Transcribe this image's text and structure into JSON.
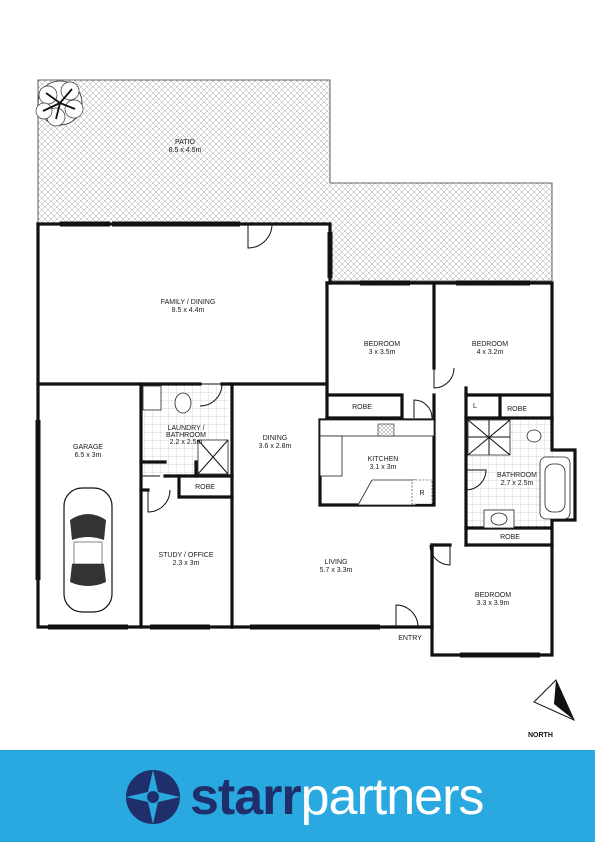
{
  "rooms": {
    "patio": {
      "name": "PATIO",
      "size": "8.5 x 4.5m"
    },
    "family": {
      "name": "FAMILY / DINING",
      "size": "8.5 x 4.4m"
    },
    "bedroom1": {
      "name": "BEDROOM",
      "size": "3 x 3.5m"
    },
    "bedroom2": {
      "name": "BEDROOM",
      "size": "4 x 3.2m"
    },
    "garage": {
      "name": "GARAGE",
      "size": "6.5 x 3m"
    },
    "laundry": {
      "name1": "LAUNDRY /",
      "name2": "BATHROOM",
      "size": "2.2 x 2.5m"
    },
    "dining": {
      "name": "DINING",
      "size": "3.6 x 2.8m"
    },
    "kitchen": {
      "name": "KITCHEN",
      "size": "3.1 x 3m"
    },
    "bathroom": {
      "name": "BATHROOM",
      "size": "2.7 x 2.5m"
    },
    "study": {
      "name": "STUDY / OFFICE",
      "size": "2.3 x 3m"
    },
    "living": {
      "name": "LIVING",
      "size": "5.7 x 3.3m"
    },
    "bedroom3": {
      "name": "BEDROOM",
      "size": "3.3 x 3.9m"
    }
  },
  "labels": {
    "robe": "ROBE",
    "entry": "ENTRY",
    "fridge": "R",
    "linen": "L",
    "north": "NORTH"
  },
  "brand": {
    "name_bold": "starr",
    "name_light": "partners",
    "colors": {
      "band": "#29a9e0",
      "navy": "#1f2f6b"
    }
  }
}
